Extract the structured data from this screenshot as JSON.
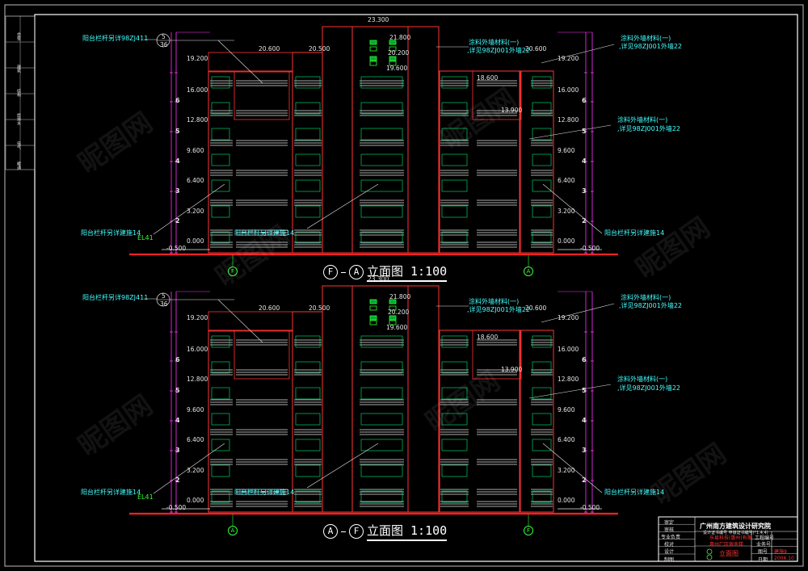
{
  "title_block": {
    "institute": "广州南方建筑设计研究院",
    "institute_sub": "设计证书编号  甲级证书编号(*1.4.4)",
    "project": "乐易科技(惠州)有限",
    "project2": "惠州厂区宿舍楼",
    "drawing_name": "立面图",
    "drawing_code": "建施9",
    "date": "2006.10",
    "roles": [
      "审定",
      "审核",
      "专业负责",
      "校对",
      "设计",
      "制图"
    ],
    "fields": [
      "工程编号",
      "业务号",
      "图号",
      "日期"
    ]
  },
  "side_strip": [
    "会签",
    "建筑",
    "结构",
    "给排水",
    "电气",
    "暖通"
  ],
  "watermark": "昵图网",
  "elevations": [
    {
      "id": "top",
      "title_axes": [
        "F",
        "A"
      ],
      "title_text": "立面图 1:100",
      "axis_left": "F",
      "axis_right": "A"
    },
    {
      "id": "bottom",
      "title_axes": [
        "A",
        "F"
      ],
      "title_text": "立面图 1:100",
      "axis_left": "A",
      "axis_right": "F"
    }
  ],
  "common": {
    "note_left_top": "阳台栏杆另详98ZJ411",
    "detail_num": "5",
    "detail_den": "36",
    "note_right_top_1": "涂料外墙材料(一)",
    "note_right_top_2": ",详见98ZJ001外墙22",
    "note_center_1": "涂料外墙材料(一)",
    "note_center_2": ",详见98ZJ001外墙22",
    "note_right_mid_1": "涂料外墙材料(一)",
    "note_right_mid_2": ",详见98ZJ001外墙22",
    "note_left_bottom": "阳台栏杆另详建施14",
    "note_center_bottom": "阳台栏杆另详建施14",
    "note_right_bottom": "阳台栏杆另详建施14",
    "grade_label": "EL41",
    "elev_top": "23.300",
    "elev_stair_1": "21.800",
    "elev_stair_2": "20.200",
    "elev_stair_3": "19.600",
    "elev_parapet_left": "20.600",
    "elev_parapet_mid": "20.500",
    "elev_parapet_right": "20.600",
    "elev_roof": "19.200",
    "elev_inner_1": "18.600",
    "elev_inner_2": "13.900",
    "elev_left_grade": "-0.500",
    "elev_right_grade": "-0.500",
    "levels": [
      "16.000",
      "12.800",
      "9.600",
      "6.400",
      "3.200",
      "0.000"
    ],
    "floors": [
      "6",
      "5",
      "4",
      "3",
      "2"
    ]
  }
}
